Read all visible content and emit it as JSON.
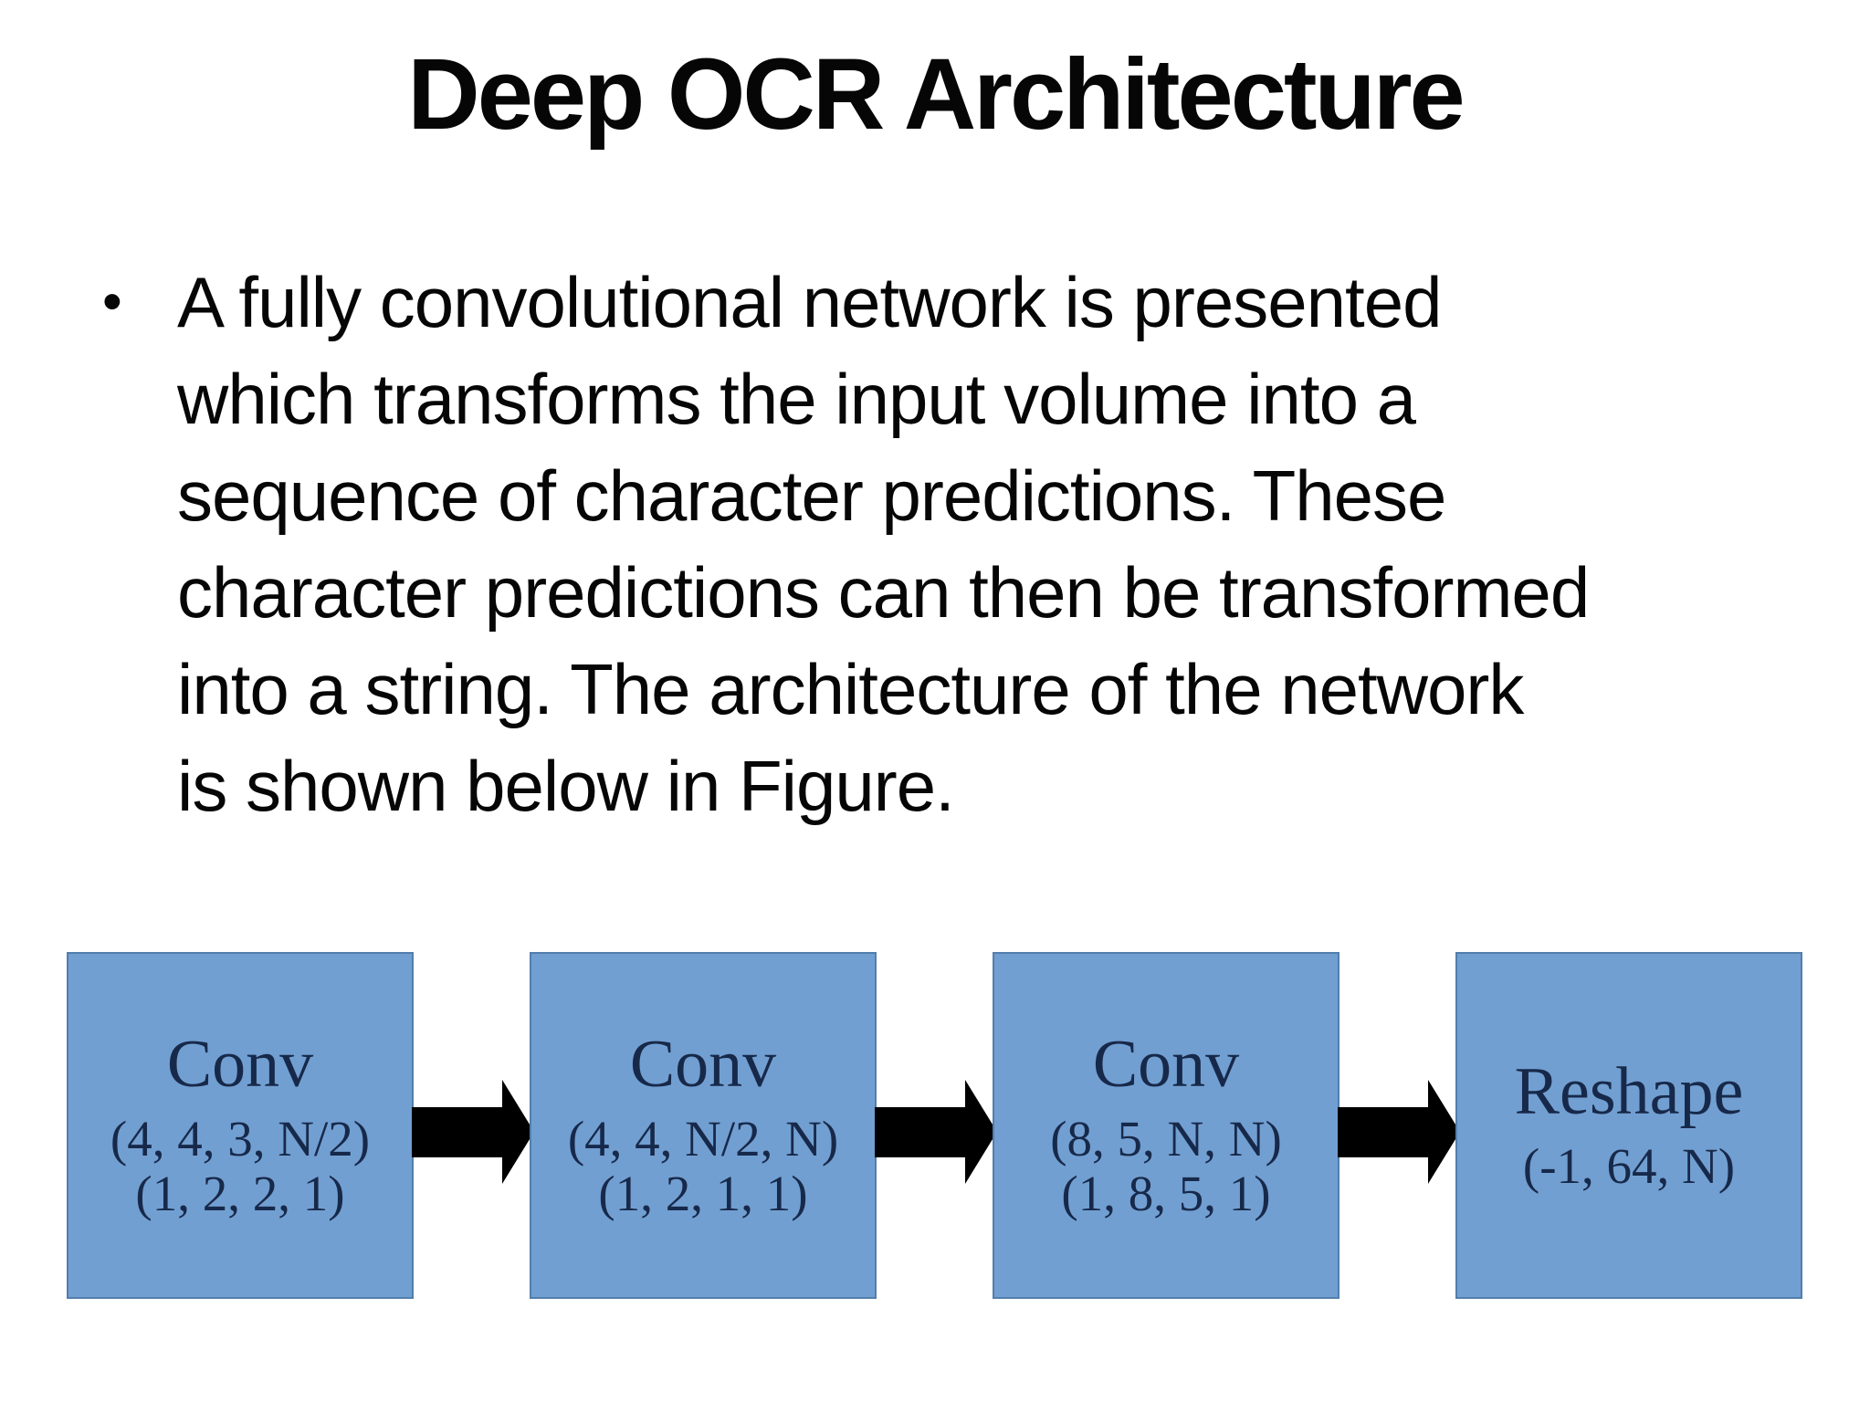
{
  "slide": {
    "title": "Deep OCR Architecture",
    "bullet": {
      "marker": "•",
      "lines": [
        "A fully convolutional network is presented",
        "which transforms the input volume into a",
        "sequence of character predictions. These",
        "character predictions can then be transformed",
        "into a string. The architecture of the network",
        "is shown below in Figure."
      ]
    },
    "diagram": {
      "boxes": [
        {
          "label": "Conv",
          "spec1": "(4, 4, 3, N/2)",
          "spec2": "(1, 2, 2, 1)"
        },
        {
          "label": "Conv",
          "spec1": "(4, 4, N/2, N)",
          "spec2": "(1, 2, 1, 1)"
        },
        {
          "label": "Conv",
          "spec1": "(8, 5, N, N)",
          "spec2": "(1, 8, 5, 1)"
        },
        {
          "label": "Reshape",
          "spec1": "(-1, 64, N)"
        }
      ],
      "colors": {
        "box_fill": "#729fd1",
        "box_border": "#527ead",
        "box_text": "#17294a",
        "arrow": "#000000",
        "text": "#060606",
        "background": "#ffffff"
      }
    }
  }
}
